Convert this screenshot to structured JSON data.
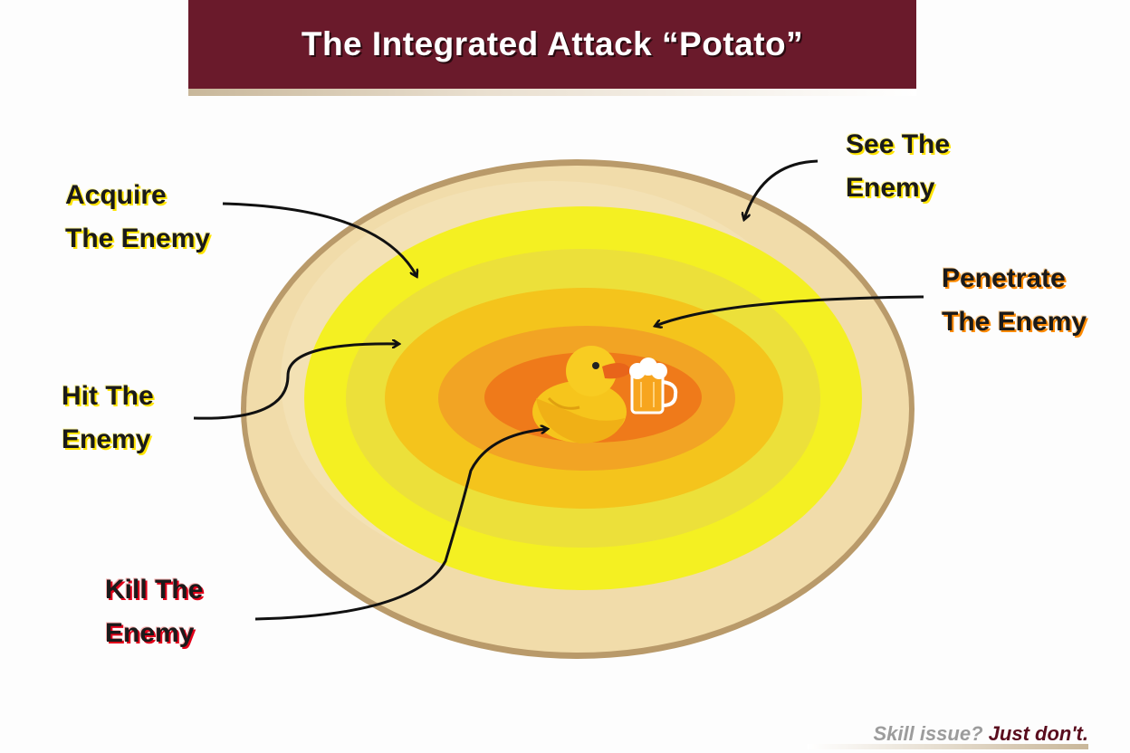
{
  "title": "The Integrated Attack “Potato”",
  "labels": {
    "see": [
      "See The",
      "Enemy"
    ],
    "acquire": [
      "Acquire",
      "The Enemy"
    ],
    "penetrate": [
      "Penetrate",
      "The Enemy"
    ],
    "hit": [
      "Hit The",
      "Enemy"
    ],
    "kill": [
      "Kill The",
      "Enemy"
    ]
  },
  "footer": {
    "question": "Skill issue?",
    "answer": "Just don't."
  },
  "colors": {
    "banner": "#6a1a2b",
    "potato_skin": "#b99a6a",
    "potato_flesh": "#f1dcaa",
    "ring_outer": "#f4f022",
    "ring_2": "#ece03a",
    "ring_3": "#f4c41c",
    "ring_4": "#f2a424",
    "core": "#ef7a1a"
  },
  "icons": [
    "rubber-duck-icon",
    "beer-mug-icon",
    "arrow-icon"
  ]
}
